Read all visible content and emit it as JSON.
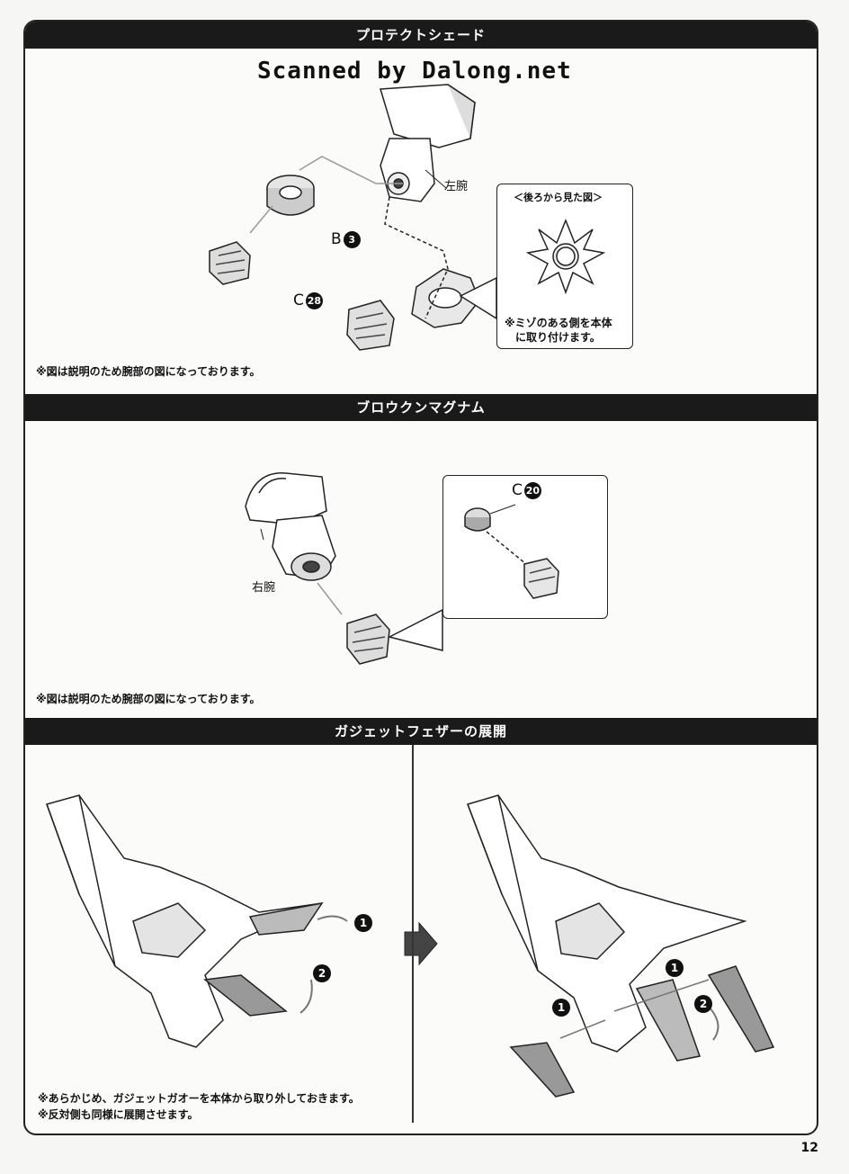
{
  "watermark": "Scanned by Dalong.net",
  "sections": {
    "protect_shade": {
      "title": "プロテクトシェード",
      "label_left_arm": "左腕",
      "part_b": {
        "letter": "B",
        "num": "3"
      },
      "part_c": {
        "letter": "C",
        "num": "28"
      },
      "callout_title": "＜後ろから見た図＞",
      "callout_line1": "※ミゾのある側を本体",
      "callout_line2": "に取り付けます。",
      "note": "※図は説明のため腕部の図になっております。"
    },
    "broken_magnum": {
      "title": "ブロウクンマグナム",
      "label_right_arm": "右腕",
      "part_c": {
        "letter": "C",
        "num": "20"
      },
      "note": "※図は説明のため腕部の図になっております。"
    },
    "gadget_feather": {
      "title": "ガジェットフェザーの展開",
      "step1": "1",
      "step2": "2",
      "note1": "※あらかじめ、ガジェットガオーを本体から取り外しておきます。",
      "note2": "※反対側も同様に展開させます。"
    }
  },
  "page_number": "12"
}
